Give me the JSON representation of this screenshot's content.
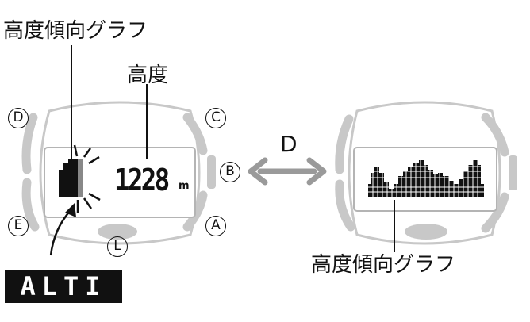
{
  "labels": {
    "altitude_trend_graph_top": "高度傾向グラフ",
    "altitude": "高度",
    "direction_key": "D",
    "altitude_trend_graph_bottom": "高度傾向グラフ"
  },
  "buttons": {
    "d": "D",
    "c": "C",
    "b": "B",
    "e": "E",
    "a": "A",
    "l": "L"
  },
  "display": {
    "altitude_value": "1228",
    "altitude_unit": "m",
    "mode_text": "ALTI"
  },
  "colors": {
    "bezel": "#c8c8c8",
    "ink": "#111111",
    "arrow": "#9a9a9a"
  }
}
